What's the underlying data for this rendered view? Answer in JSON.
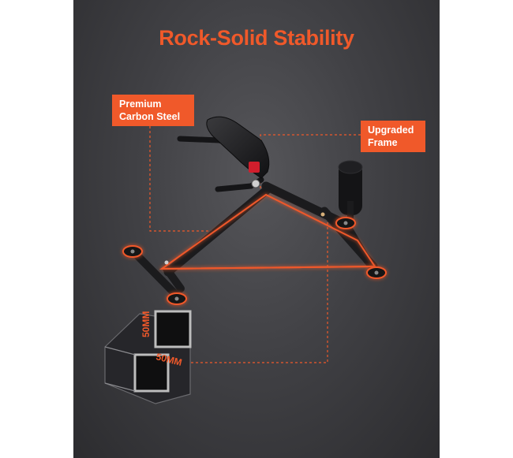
{
  "headline": "Rock-Solid Stability",
  "callouts": [
    {
      "line1": "Premium",
      "line2": "Carbon Steel"
    },
    {
      "line1": "Upgraded",
      "line2": "Frame"
    }
  ],
  "tube_dimensions": {
    "height": "50MM",
    "width": "50MM"
  },
  "colors": {
    "accent": "#f0592a",
    "background": "#3e3e42",
    "frame": "#1c1c1e"
  },
  "icons": [
    "roman-chair-frame-illustration",
    "square-tube-cross-section"
  ]
}
